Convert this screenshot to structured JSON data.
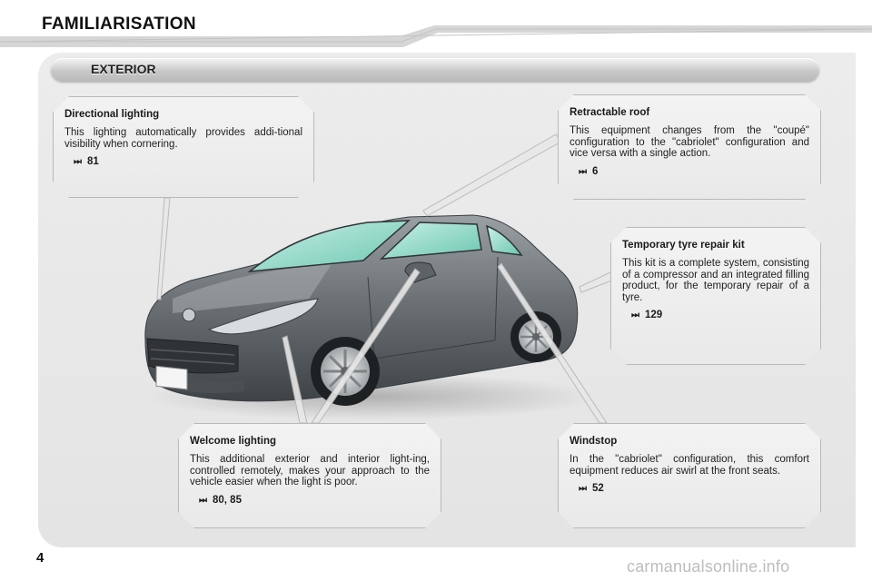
{
  "page": {
    "title": "FAMILIARISATION",
    "section": "EXTERIOR",
    "number": "4",
    "watermark": "carmanualsonline.info"
  },
  "callouts": {
    "directional_lighting": {
      "title": "Directional lighting",
      "body": "This lighting automatically provides addi-tional visibility when cornering.",
      "ref": "81"
    },
    "retractable_roof": {
      "title": "Retractable roof",
      "body": "This equipment changes from the \"coupé\" configuration to the \"cabriolet\" configuration and vice versa with a single action.",
      "ref": "6"
    },
    "tyre_repair_kit": {
      "title": "Temporary tyre repair kit",
      "body": "This kit is a complete system, consisting of a compressor and an integrated filling product, for the temporary repair of a tyre.",
      "ref": "129"
    },
    "welcome_lighting": {
      "title": "Welcome lighting",
      "body": "This additional exterior and interior light-ing, controlled remotely, makes your approach to the vehicle easier when the light is poor.",
      "ref": "80, 85"
    },
    "windstop": {
      "title": "Windstop",
      "body": "In the \"cabriolet\" configuration, this comfort equipment reduces air swirl at the front seats.",
      "ref": "52"
    }
  },
  "icons": {
    "page_reference": "double-arrow-icon",
    "illustration": "car-illustration"
  },
  "colors": {
    "panel": "#e6e6e6",
    "callout_border": "#b9b9b9",
    "car_body": "#6f7478",
    "glass": "#8fd8c8"
  }
}
